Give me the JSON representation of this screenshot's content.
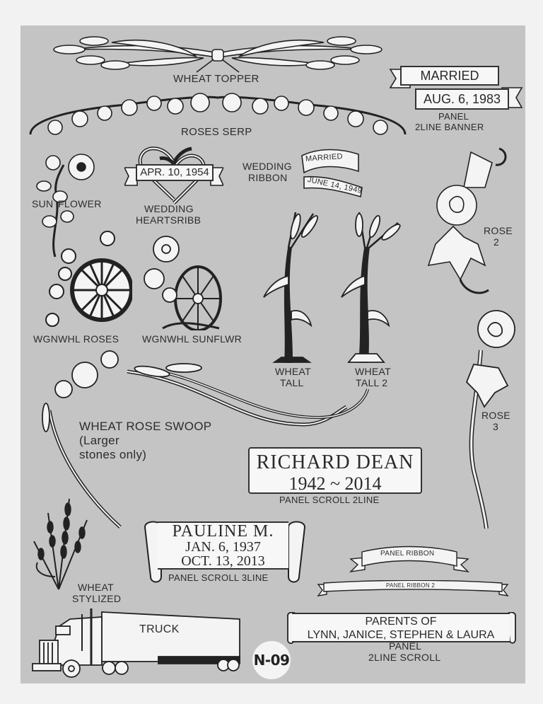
{
  "sheet": {
    "page_code": "N-09",
    "background_color": "#c4c4c4",
    "panel_color": "#f7f7f7",
    "ink_color": "#222222"
  },
  "designs": {
    "wheat_topper": {
      "label": "WHEAT TOPPER",
      "icon": "wheat-topper-icon"
    },
    "roses_serp": {
      "label": "ROSES SERP",
      "icon": "roses-serp-icon"
    },
    "married_banner": {
      "line1": "MARRIED",
      "line2": "AUG. 6, 1983",
      "label1": "PANEL",
      "label2": "2LINE BANNER"
    },
    "sunflower": {
      "label1": "SUN",
      "label2": "FLOWER",
      "icon": "sunflower-icon"
    },
    "wedding_hearts": {
      "date": "APR. 10, 1954",
      "label1": "WEDDING",
      "label2": "HEARTSRIBB",
      "icon": "hearts-icon"
    },
    "wedding_ribbon": {
      "line1": "MARRIED",
      "line2": "JUNE 14, 1949",
      "label1": "WEDDING",
      "label2": "RIBBON"
    },
    "rose2": {
      "label1": "ROSE",
      "label2": "2",
      "icon": "rose-icon"
    },
    "wgnwhl_roses": {
      "label": "WGNWHL ROSES",
      "icon": "wagon-wheel-roses-icon"
    },
    "wgnwhl_sunflwr": {
      "label": "WGNWHL SUNFLWR",
      "icon": "wagon-wheel-sunflower-icon"
    },
    "wheat_tall": {
      "label1": "WHEAT",
      "label2": "TALL",
      "icon": "wheat-tall-icon"
    },
    "wheat_tall2": {
      "label1": "WHEAT",
      "label2": "TALL 2",
      "icon": "wheat-tall-icon"
    },
    "wheat_rose_swoop": {
      "label1": "WHEAT ROSE SWOOP",
      "label2": "(Larger",
      "label3": "stones only)",
      "icon": "wheat-rose-swoop-icon"
    },
    "rose3": {
      "label1": "ROSE",
      "label2": "3",
      "icon": "rose-stem-icon"
    },
    "panel_scroll_2line": {
      "line1": "RICHARD DEAN",
      "line2": "1942 ~ 2014",
      "label": "PANEL SCROLL 2LINE"
    },
    "panel_scroll_3line": {
      "line1": "PAULINE M.",
      "line2": "JAN. 6, 1937",
      "line3": "OCT. 13, 2013",
      "label": "PANEL SCROLL 3LINE"
    },
    "panel_ribbon": {
      "label": "PANEL RIBBON"
    },
    "panel_ribbon2": {
      "label": "PANEL RIBBON 2"
    },
    "wheat_stylized": {
      "label1": "WHEAT",
      "label2": "STYLIZED",
      "icon": "wheat-stylized-icon"
    },
    "truck": {
      "label": "TRUCK",
      "icon": "semi-truck-icon"
    },
    "panel_2line_scroll": {
      "line1": "PARENTS OF",
      "line2": "LYNN, JANICE, STEPHEN & LAURA",
      "label1": "PANEL",
      "label2": "2LINE SCROLL"
    }
  }
}
